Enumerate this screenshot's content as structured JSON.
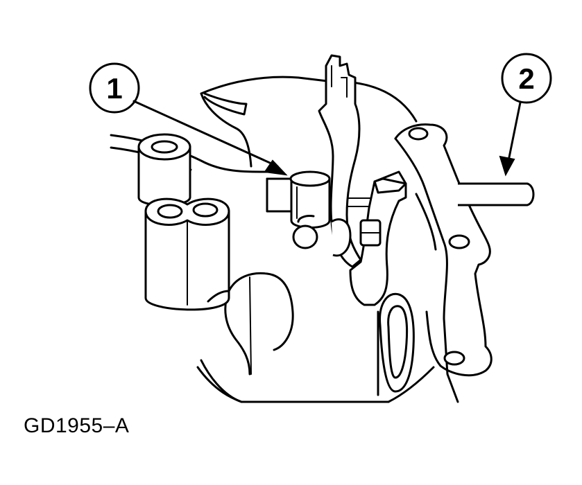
{
  "callouts": [
    {
      "label": "1"
    },
    {
      "label": "2"
    }
  ],
  "figure_id": "GD1955–A"
}
